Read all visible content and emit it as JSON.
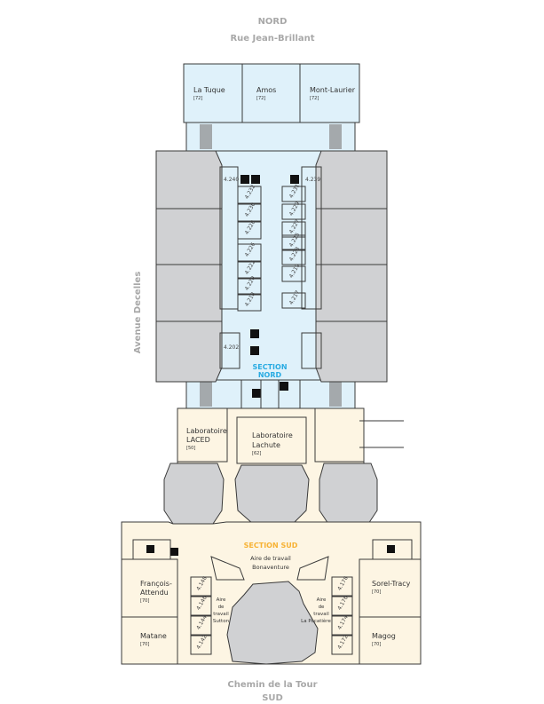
{
  "compass": {
    "north": "NORD",
    "south": "SUD"
  },
  "streets": {
    "north": "Rue Jean-Brillant",
    "west": "Avenue Decelles",
    "south": "Chemin de la Tour"
  },
  "sections": {
    "north": "SECTION\nNORD",
    "north_l1": "SECTION",
    "north_l2": "NORD",
    "south": "SECTION SUD"
  },
  "colors": {
    "north_wing": "#dff1fa",
    "south_wing": "#fdf5e3",
    "blocked": "#d0d1d3",
    "section_north": "#29abe2",
    "section_south": "#f7b234"
  },
  "rooms": {
    "la_tuque": {
      "name": "La Tuque",
      "capacity": "[72]"
    },
    "amos": {
      "name": "Amos",
      "capacity": "[72]"
    },
    "mont_laurier": {
      "name": "Mont-Laurier",
      "capacity": "[72]"
    },
    "laced": {
      "name_l1": "Laboratoire",
      "name_l2": "LACED",
      "capacity": "[50]"
    },
    "lachute": {
      "name_l1": "Laboratoire",
      "name_l2": "Lachute",
      "capacity": "[62]"
    },
    "francois_attendu": {
      "name_l1": "François-",
      "name_l2": "Attendu",
      "capacity": "[70]"
    },
    "matane": {
      "name": "Matane",
      "capacity": "[70]"
    },
    "sorel_tracy": {
      "name": "Sorel-Tracy",
      "capacity": "[70]"
    },
    "magog": {
      "name": "Magog",
      "capacity": "[70]"
    }
  },
  "work_areas": {
    "bonaventure": {
      "l1": "Aire de travail",
      "l2": "Bonaventure"
    },
    "sutton": {
      "l1": "Aire",
      "l2": "de",
      "l3": "travail",
      "l4": "Sutton"
    },
    "pocatiere": {
      "l1": "Aire",
      "l2": "de",
      "l3": "travail",
      "l4": "La Pocatière"
    }
  },
  "room_numbers": {
    "north_left": [
      "4.232",
      "4.230",
      "4.228",
      "4.226",
      "4.222",
      "4.220",
      "4.218"
    ],
    "north_right": [
      "4.231",
      "4.229",
      "4.227",
      "4.225",
      "4.223",
      "4.219",
      "4.217"
    ],
    "n4240": "4.240",
    "n4239": "4.239",
    "n4202": "4.202",
    "south_left": [
      "4.148",
      "4.146",
      "4.144",
      "4.142"
    ],
    "south_right": [
      "4.178",
      "4.176",
      "4.174",
      "4.172"
    ]
  },
  "icons": [
    "restroom-icon",
    "accessible-icon",
    "elevator-icon",
    "stairs-icon"
  ]
}
